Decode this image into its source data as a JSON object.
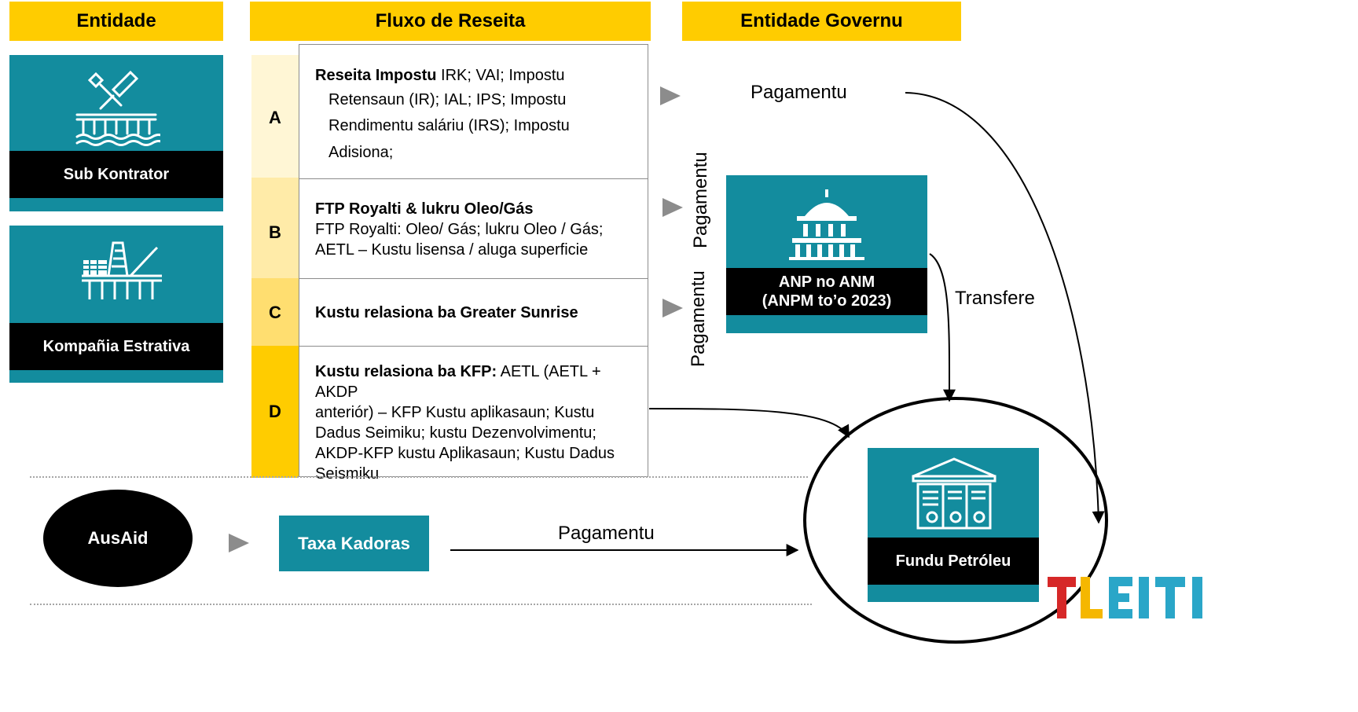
{
  "headers": {
    "entidade": "Entidade",
    "fluxo": "Fluxo de Reseita",
    "governu": "Entidade Governu"
  },
  "entities": [
    {
      "label": "Sub Kontrator",
      "icon": "tools-pier-icon"
    },
    {
      "label": "Kompañia Estrativa",
      "icon": "oil-platform-icon"
    }
  ],
  "rows": [
    {
      "letter": "A",
      "title": "Reseita Impostu",
      "lines": [
        "IRK; VAI; Impostu",
        "Retensaun (IR); IAL; IPS; Impostu",
        "Rendimentu saláriu (IRS); Impostu",
        "Adisiona;"
      ]
    },
    {
      "letter": "B",
      "title": "FTP Royalti & lukru Oleo/Gás",
      "lines": [
        "FTP Royalti: Oleo/ Gás; lukru Oleo / Gás;",
        "AETL – Kustu lisensa / aluga superficie"
      ]
    },
    {
      "letter": "C",
      "title": "Kustu relasiona ba Greater Sunrise",
      "lines": []
    },
    {
      "letter": "D",
      "title": "Kustu relasiona ba KFP:",
      "lines": [
        "AETL (AETL + AKDP",
        "anteriór) – KFP Kustu aplikasaun; Kustu",
        "Dadus Seimiku; kustu Dezenvolvimentu;",
        "AKDP-KFP kustu Aplikasaun; Kustu Dadus",
        "Seismiku"
      ]
    }
  ],
  "payments": {
    "top": "Pagamentu",
    "vertical_b": "Pagamentu",
    "vertical_c": "Pagamentu",
    "bottom": "Pagamentu"
  },
  "anp": {
    "label": "ANP no ANM (ANPM to’o 2023)",
    "icon": "government-building-icon"
  },
  "transfere": "Transfere",
  "fundu": {
    "label": "Fundu Petróleu",
    "icon": "documents-building-icon"
  },
  "ausaid": "AusAid",
  "taxa": "Taxa Kadoras",
  "logo_text": "TLEITI",
  "colors": {
    "yellow": "#FFCC00",
    "teal": "#138C9E",
    "black": "#000000"
  }
}
